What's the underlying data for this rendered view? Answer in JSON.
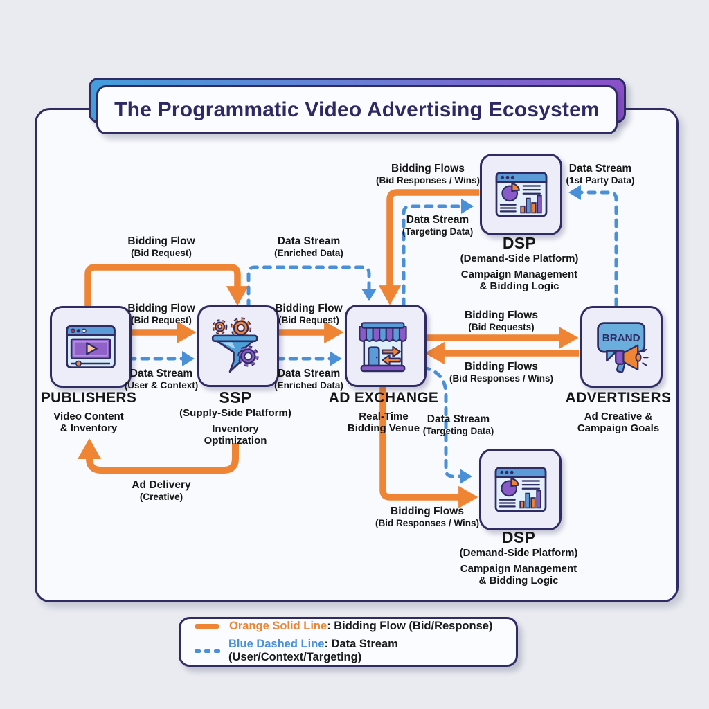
{
  "title": "The Programmatic Video Advertising Ecosystem",
  "colors": {
    "orange_bidding_flow": "#EE8434",
    "blue_data_stream": "#4A90D8",
    "navy_outline": "#2E2C63",
    "purple_accent": "#8A5BC8",
    "banner_gradient_start": "#449EDC",
    "banner_gradient_end": "#8A50C8",
    "card_fill": "#EDECF9",
    "container_fill": "#F8FAFD",
    "page_background": "#E9EBF1"
  },
  "icons": {
    "publishers": "video-player-browser-icon",
    "ssp": "funnel-gears-icon",
    "ad_exchange": "storefront-exchange-arrows-icon",
    "dsp": "analytics-dashboard-icon",
    "advertisers": "brand-speech-bubble-megaphone-icon"
  },
  "entities": {
    "publishers": {
      "title": "PUBLISHERS",
      "lines": [
        "Video Content",
        "& Inventory"
      ]
    },
    "ssp": {
      "title": "SSP",
      "subtitle": "(Supply-Side Platform)",
      "lines": [
        "Inventory",
        "Optimization"
      ]
    },
    "ad_exchange": {
      "title": "AD EXCHANGE",
      "lines": [
        "Real-Time",
        "Bidding Venue"
      ]
    },
    "advertisers": {
      "title": "ADVERTISERS",
      "lines": [
        "Ad Creative &",
        "Campaign Goals"
      ],
      "icon_text": "BRAND"
    },
    "dsp_top": {
      "title": "DSP",
      "subtitle": "(Demand-Side Platform)",
      "lines": [
        "Campaign Management",
        "& Bidding Logic"
      ]
    },
    "dsp_bottom": {
      "title": "DSP",
      "subtitle": "(Demand-Side Platform)",
      "lines": [
        "Campaign Management",
        "& Bidding Logic"
      ]
    }
  },
  "flows": {
    "pub_ssp_top": {
      "line1": "Bidding Flow",
      "line2": "(Bid Request)"
    },
    "ssp_adx_top": {
      "line1": "Data Stream",
      "line2": "(Enriched Data)"
    },
    "pub_ssp_bid": {
      "line1": "Bidding Flow",
      "line2": "(Bid Request)"
    },
    "pub_ssp_data": {
      "line1": "Data Stream",
      "line2": "(User & Context)"
    },
    "ssp_adx_bid": {
      "line1": "Bidding Flow",
      "line2": "(Bid Request)"
    },
    "ssp_adx_data": {
      "line1": "Data Stream",
      "line2": "(Enriched Data)"
    },
    "adx_adv_bid": {
      "line1": "Bidding Flows",
      "line2": "(Bid Requests)"
    },
    "adv_adx_bid": {
      "line1": "Bidding Flows",
      "line2": "(Bid Responses / Wins)"
    },
    "dsptop_adx_bid": {
      "line1": "Bidding Flows",
      "line2": "(Bid Responses / Wins)"
    },
    "adx_dsptop_data": {
      "line1": "Data Stream",
      "line2": "(Targeting Data)"
    },
    "adv_dsptop_data": {
      "line1": "Data Stream",
      "line2": "(1st Party Data)"
    },
    "adx_dspbot_bid": {
      "line1": "Bidding Flows",
      "line2": "(Bid Responses / Wins)"
    },
    "adx_dspbot_data": {
      "line1": "Data Stream",
      "line2": "(Targeting Data)"
    },
    "ssp_pub_delivery": {
      "line1": "Ad Delivery",
      "line2": "(Creative)"
    }
  },
  "legend": {
    "rows": [
      {
        "label": "Orange Solid Line",
        "desc": ": Bidding Flow (Bid/Response)",
        "color": "#EE8434",
        "style": "solid"
      },
      {
        "label": "Blue Dashed Line",
        "desc": ": Data Stream (User/Context/Targeting)",
        "color": "#4A90D8",
        "style": "dashed"
      }
    ]
  }
}
